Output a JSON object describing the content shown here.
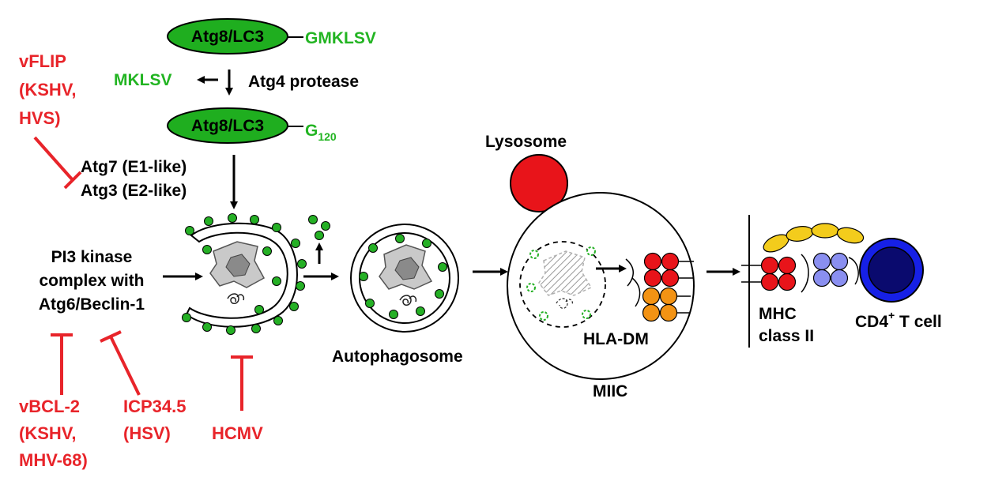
{
  "colors": {
    "inhibitor_red": "#e8242a",
    "peptide_green": "#22b422",
    "lc3_fill": "#1fae1f",
    "lc3_dot": "#25b025",
    "lysosome": "#e8141a",
    "mhc_red": "#e8141a",
    "mhc_orange": "#f39314",
    "peptide_blue": "#8a8ff0",
    "tcr_yellow": "#f3cc1c",
    "tcell_blue": "#1620e6",
    "tcell_nucleus": "#0a0a6e",
    "cargo_gray": "#c9c9c9",
    "cargo_dark": "#8a8a8a"
  },
  "atg_pathway": {
    "lc3_label": "Atg8/LC3",
    "peptide_full": "GMKLSV",
    "peptide_cleaved": "MKLSV",
    "protease_label": "Atg4 protease",
    "g120_base": "G",
    "g120_sub": "120",
    "e1_label": "Atg7 (E1-like)",
    "e2_label": "Atg3 (E2-like)"
  },
  "pi3k": {
    "line1": "PI3 kinase",
    "line2": "complex with",
    "line3": "Atg6/Beclin-1"
  },
  "inhibitors": {
    "vflip": [
      "vFLIP",
      "(KSHV,",
      "HVS)"
    ],
    "vbcl2": [
      "vBCL-2",
      "(KSHV,",
      "MHV-68)"
    ],
    "icp345": [
      "ICP34.5",
      "(HSV)"
    ],
    "hcmv": "HCMV"
  },
  "labels": {
    "lysosome": "Lysosome",
    "autophagosome": "Autophagosome",
    "hla_dm": "HLA-DM",
    "miic": "MIIC",
    "mhc": [
      "MHC",
      "class II"
    ],
    "cd4_base": "CD4",
    "cd4_sup": "+",
    "cd4_rest": " T cell"
  }
}
